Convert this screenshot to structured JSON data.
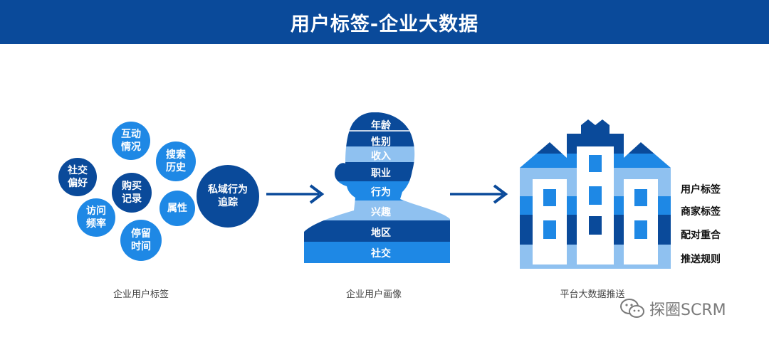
{
  "header": {
    "title": "用户标签-企业大数据"
  },
  "bubbles": [
    {
      "label": "互动\n情况"
    },
    {
      "label": "社交\n偏好"
    },
    {
      "label": "搜索\n历史"
    },
    {
      "label": "购买\n记录"
    },
    {
      "label": "访问\n频率"
    },
    {
      "label": "属性"
    },
    {
      "label": "私域行为\n追踪"
    },
    {
      "label": "停留\n时间"
    }
  ],
  "portrait_stripes": [
    "年龄",
    "性别",
    "收入",
    "职业",
    "行为",
    "兴趣",
    "地区",
    "社交"
  ],
  "building_labels": [
    "用户标签",
    "商家标签",
    "配对重合",
    "推送规则"
  ],
  "captions": {
    "tags": "企业用户标签",
    "portrait": "企业用户画像",
    "platform": "平台大数据推送"
  },
  "watermark": {
    "text": "探圈SCRM",
    "icon": "wechat-icon"
  },
  "colors": {
    "dark_blue": "#0a4a9a",
    "mid_blue": "#1e88e5",
    "light_blue": "#8fc1f0"
  }
}
